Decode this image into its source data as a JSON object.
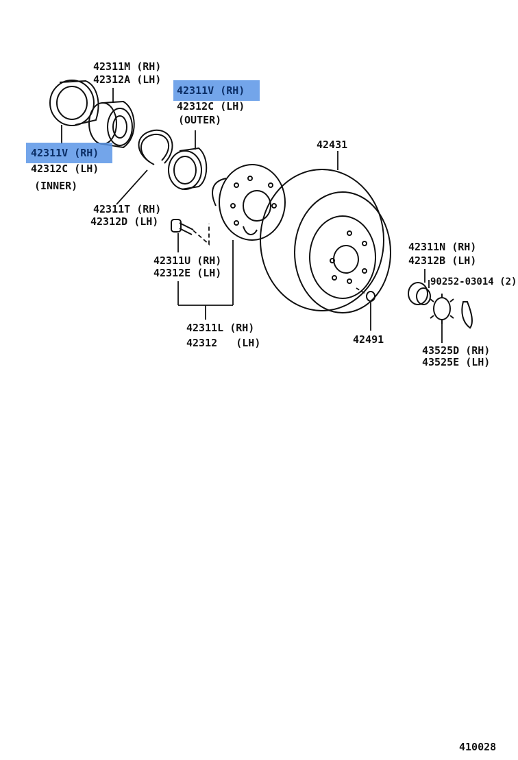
{
  "diagram_id": "410028",
  "labels": {
    "l42311m": "42311M (RH)",
    "l42312a": "42312A (LH)",
    "l42311v_outer": "42311V (RH)",
    "l42312c_outer": "42312C (LH)",
    "outer_note": "(OUTER)",
    "l42311v_inner": "42311V (RH)",
    "l42312c_inner": "42312C (LH)",
    "inner_note": "(INNER)",
    "l42431": "42431",
    "l42311t": "42311T (RH)",
    "l42312d": "42312D (LH)",
    "l42311u": "42311U (RH)",
    "l42312e": "42312E (LH)",
    "l42311l": "42311L (RH)",
    "l42312": "42312   (LH)",
    "l42311n": "42311N (RH)",
    "l42312b": "42312B (LH)",
    "l90252": "90252-03014 (2)",
    "l42491": "42491",
    "l43525d": "43525D (RH)",
    "l43525e": "43525E (LH)"
  },
  "highlight_color": "#5b95e6"
}
